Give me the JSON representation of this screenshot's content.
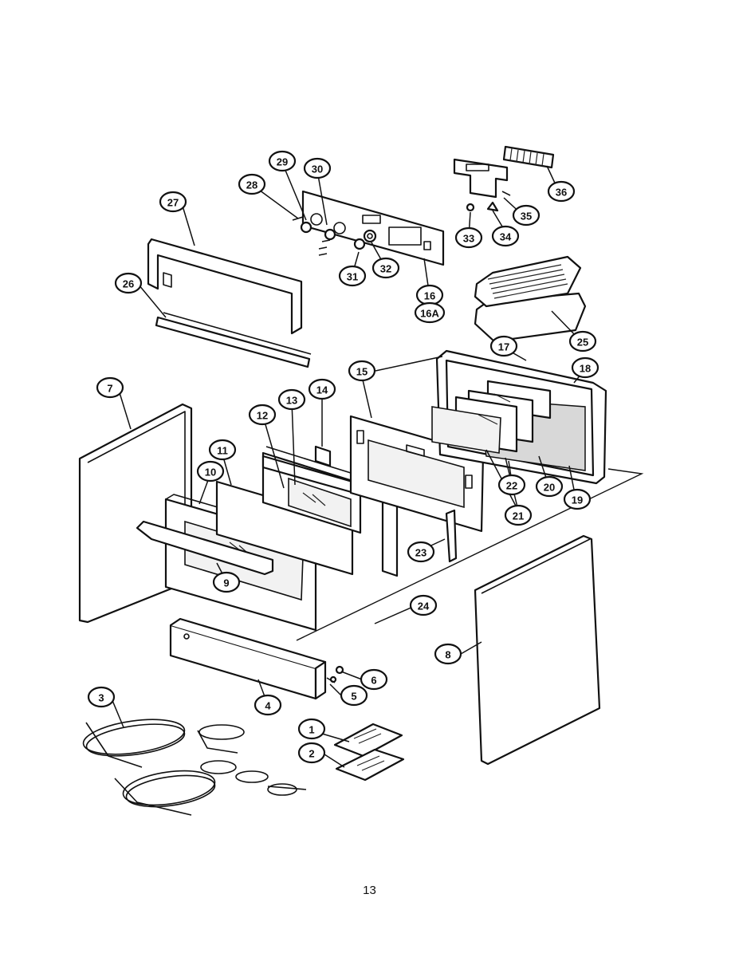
{
  "page_number": "13",
  "callouts": [
    "1",
    "2",
    "3",
    "4",
    "5",
    "6",
    "7",
    "8",
    "9",
    "10",
    "11",
    "12",
    "13",
    "14",
    "15",
    "16",
    "16A",
    "17",
    "18",
    "19",
    "20",
    "21",
    "22",
    "23",
    "24",
    "25",
    "26",
    "27",
    "28",
    "29",
    "30",
    "31",
    "32",
    "33",
    "34",
    "35",
    "36"
  ]
}
